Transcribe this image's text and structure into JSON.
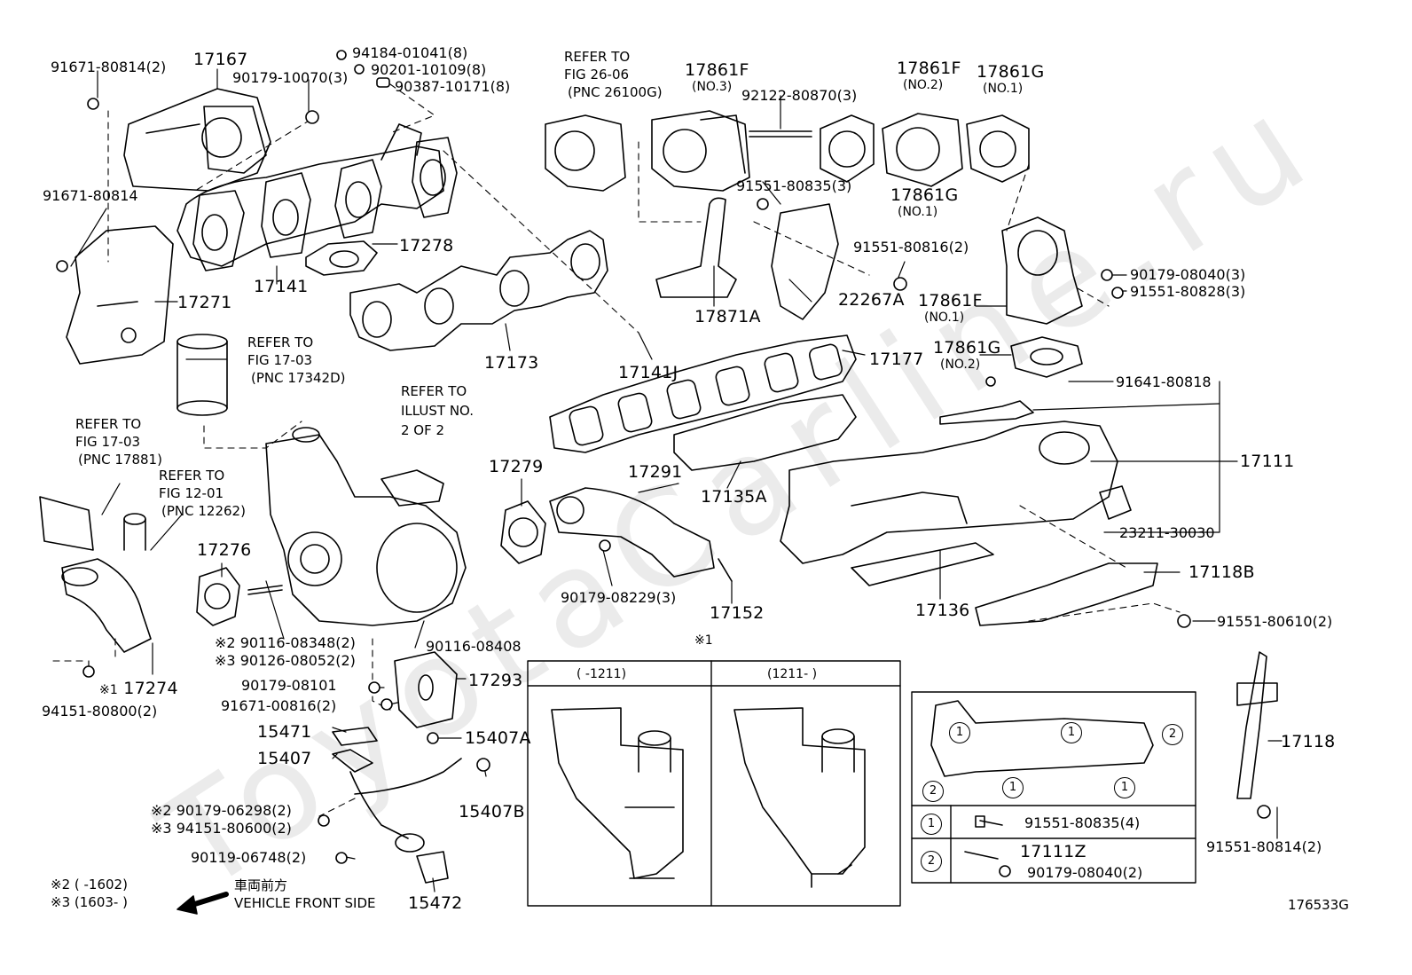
{
  "watermark": "ToyotaCarline.ru",
  "figure_id": "176533G",
  "parts": {
    "p17167": "17167",
    "p91671_80814_2": "91671-80814(2)",
    "p90179_10070_3": "90179-10070(3)",
    "p94184": "94184-01041(8)",
    "p90201": "90201-10109(8)",
    "p90387": "90387-10171(8)",
    "p91671_80814": "91671-80814",
    "p17278": "17278",
    "p17141": "17141",
    "p17271": "17271",
    "p17173": "17173",
    "p17141J": "17141J",
    "p17861F_no3": "17861F",
    "p17861F_no2": "17861F",
    "p17861G_no1_top": "17861G",
    "p92122": "92122-80870(3)",
    "p91551_80835_3": "91551-80835(3)",
    "p17861G_no1_mid": "17861G",
    "p91551_80816_2": "91551-80816(2)",
    "p22267A": "22267A",
    "p17871A": "17871A",
    "p90179_08040_3": "90179-08040(3)",
    "p91551_80828_3": "91551-80828(3)",
    "p17861F_no1": "17861F",
    "p17861G_no2": "17861G",
    "p17177": "17177",
    "p91641": "91641-80818",
    "p17111": "17111",
    "p17135A": "17135A",
    "p23211": "23211-30030",
    "p17291": "17291",
    "p17279": "17279",
    "p90179_08229": "90179-08229(3)",
    "p17152": "17152",
    "p17136": "17136",
    "p17118B": "17118B",
    "p91551_80610": "91551-80610(2)",
    "p17276": "17276",
    "p90116_08348": "90116-08348(2)",
    "p90126_08052": "90126-08052(2)",
    "p90116_08408": "90116-08408",
    "p90179_08101": "90179-08101",
    "p91671_00816": "91671-00816(2)",
    "p17293": "17293",
    "p15471": "15471",
    "p15407A": "15407A",
    "p15407": "15407",
    "p15407B": "15407B",
    "p90179_06298": "90179-06298(2)",
    "p94151_80600": "94151-80600(2)",
    "p90119_06748": "90119-06748(2)",
    "p15472": "15472",
    "p17274": "17274",
    "p94151_80800": "94151-80800(2)",
    "p17118": "17118",
    "p91551_80814_2": "91551-80814(2)",
    "p91551_80835_4": "91551-80835(4)",
    "p17111Z": "17111Z",
    "p90179_08040_2": "90179-08040(2)"
  },
  "subs": {
    "no3": "(NO.3)",
    "no2": "(NO.2)",
    "no1": "(NO.1)"
  },
  "prefix": {
    "x1": "※1",
    "x2": "※2",
    "x3": "※3"
  },
  "refs": {
    "refer_to": "REFER TO",
    "fig_26_06": "FIG 26-06",
    "pnc_26100G": "(PNC 26100G)",
    "fig_17_03_a": "FIG 17-03",
    "pnc_17342D": "(PNC 17342D)",
    "fig_17_03_b": "FIG 17-03",
    "pnc_17881": "(PNC 17881)",
    "fig_12_01": "FIG 12-01",
    "pnc_12262": "(PNC 12262)",
    "illust_no": "ILLUST NO.",
    "two_of_two": "2 OF 2"
  },
  "inset": {
    "marker": "※1",
    "left_range": "(      -1211)",
    "right_range": "(1211-      )",
    "legend_1": "1",
    "legend_2": "2"
  },
  "footnotes": {
    "n2": "※2 (         -1602)",
    "n3": "※3 (1603-         )",
    "front_jp": "車両前方",
    "front_en": "VEHICLE FRONT SIDE"
  }
}
